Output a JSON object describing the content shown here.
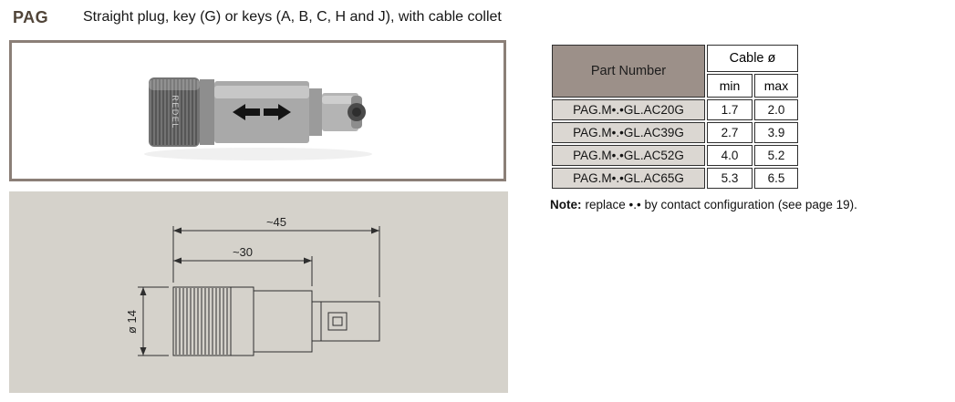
{
  "header": {
    "series": "PAG",
    "description": "Straight plug, key (G) or keys (A, B, C, H and J), with cable collet"
  },
  "photo": {
    "brand": "REDEL"
  },
  "drawing": {
    "dim_total_length": "~45",
    "dim_body_length": "~30",
    "dim_diameter": "ø 14"
  },
  "table": {
    "headers": {
      "part": "Part Number",
      "cable": "Cable ø",
      "min": "min",
      "max": "max"
    },
    "rows": [
      {
        "part": "PAG.M•.•GL.AC20G",
        "min": "1.7",
        "max": "2.0"
      },
      {
        "part": "PAG.M•.•GL.AC39G",
        "min": "2.7",
        "max": "3.9"
      },
      {
        "part": "PAG.M•.•GL.AC52G",
        "min": "4.0",
        "max": "5.2"
      },
      {
        "part": "PAG.M•.•GL.AC65G",
        "min": "5.3",
        "max": "6.5"
      }
    ]
  },
  "note": {
    "label": "Note:",
    "text": "replace •.• by contact configuration (see page 19)."
  },
  "colors": {
    "accent_brown": "#9c9089",
    "row_gray": "#dbd7d2",
    "panel_gray": "#d5d2cb",
    "frame_border": "#8b7f77"
  }
}
